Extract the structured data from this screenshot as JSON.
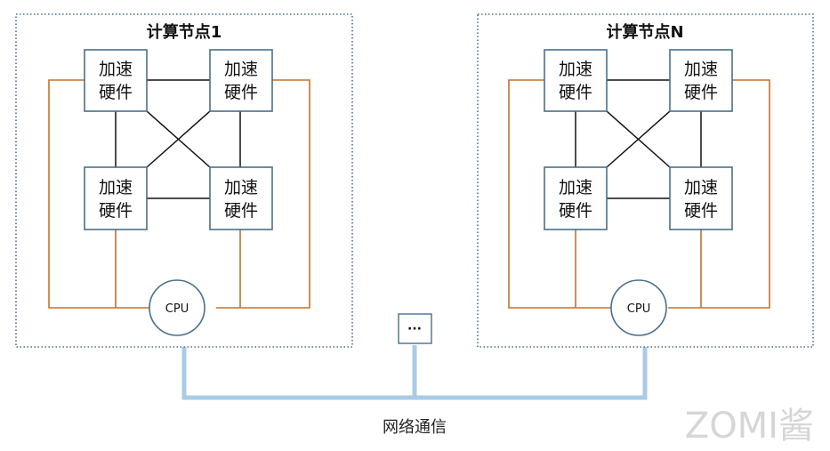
{
  "nodes": [
    {
      "title": "计算节点1",
      "accelerators": [
        {
          "line1": "加速",
          "line2": "硬件"
        },
        {
          "line1": "加速",
          "line2": "硬件"
        },
        {
          "line1": "加速",
          "line2": "硬件"
        },
        {
          "line1": "加速",
          "line2": "硬件"
        }
      ],
      "cpu": "CPU"
    },
    {
      "title": "计算节点N",
      "accelerators": [
        {
          "line1": "加速",
          "line2": "硬件"
        },
        {
          "line1": "加速",
          "line2": "硬件"
        },
        {
          "line1": "加速",
          "line2": "硬件"
        },
        {
          "line1": "加速",
          "line2": "硬件"
        }
      ],
      "cpu": "CPU"
    }
  ],
  "ellipsis": "···",
  "network_label": "网络通信",
  "watermark": "ZOMI酱",
  "colors": {
    "box_border": "#4a6f8a",
    "orange_link": "#c0722f",
    "black_link": "#111111",
    "network_line": "#a9cbe6",
    "dotted_border": "#4a6f8a"
  }
}
